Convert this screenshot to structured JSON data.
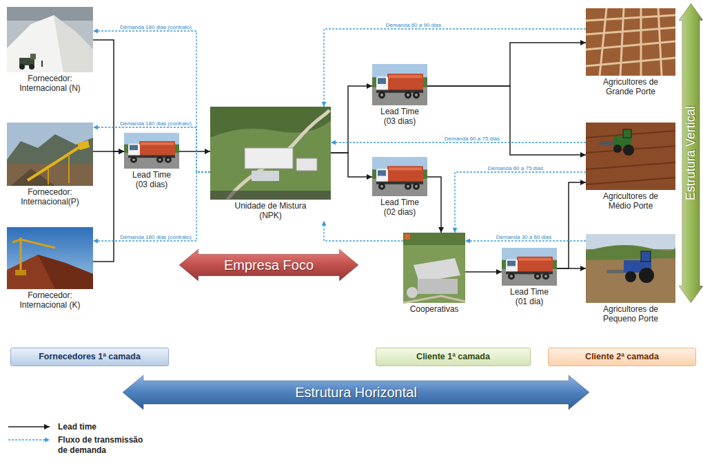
{
  "diagram": {
    "nodes": [
      {
        "text": [
          "Fornecedor: Internacional (N)"
        ]
      },
      {
        "text": [
          "Fornecedor: Internacional(P)"
        ]
      },
      {
        "text": [
          "Fornecedor: Internacional (K)"
        ]
      },
      {
        "text": [
          "Lead Time (03 dias)"
        ]
      },
      {
        "text": [
          "Unidade de Mistura (NPK)"
        ]
      },
      {
        "text": [
          "Lead Time (03 dias)"
        ]
      },
      {
        "text": [
          "Lead Time (02 dias)"
        ]
      },
      {
        "text": [
          "Cooperativas"
        ]
      },
      {
        "text": [
          "Lead Time (01 dia)"
        ]
      },
      {
        "text": [
          "Agricultores de Grande Porte"
        ]
      },
      {
        "text": [
          "Agricultores de Médio Porte"
        ]
      },
      {
        "text": [
          "Agricultores de Pequeno Porte"
        ]
      },
      {
        "text": [
          "Empresa Foco"
        ]
      },
      {
        "text": [
          "Estrutura Vertical"
        ]
      },
      {
        "text": [
          "Fornecedores 1ª camada"
        ]
      },
      {
        "text": [
          "Cliente 1ª camada"
        ]
      },
      {
        "text": [
          "Cliente 2ª camada"
        ]
      },
      {
        "text": [
          "Estrutura Horizontal"
        ]
      }
    ],
    "edges": [
      {
        "from": 0,
        "to": 3,
        "arrow": "to"
      },
      {
        "from": 1,
        "to": 3,
        "arrow": "to"
      },
      {
        "from": 2,
        "to": 3,
        "arrow": "to"
      },
      {
        "from": 3,
        "to": 4,
        "arrow": "to"
      },
      {
        "from": 4,
        "to": 5,
        "arrow": "to"
      },
      {
        "from": 4,
        "to": 6,
        "arrow": "to"
      },
      {
        "from": 5,
        "to": 9,
        "arrow": "to"
      },
      {
        "from": 5,
        "to": 10,
        "arrow": "to"
      },
      {
        "from": 6,
        "to": 7,
        "arrow": "to"
      },
      {
        "from": 7,
        "to": 8,
        "arrow": "to"
      },
      {
        "from": 8,
        "to": 10,
        "arrow": "to"
      },
      {
        "from": 8,
        "to": 11,
        "arrow": "to"
      },
      {
        "from": 9,
        "to": 4,
        "label": "Demanda 60 a 90 dias",
        "arrow": "to"
      },
      {
        "from": 10,
        "to": 4,
        "label": "Demanda 60 a 75 dias",
        "arrow": "to"
      },
      {
        "from": 10,
        "to": 7,
        "label": "Demanda 60 a 75 dias",
        "arrow": "to"
      },
      {
        "from": 11,
        "to": 7,
        "label": "Demanda 30 a 60 dias",
        "arrow": "to"
      },
      {
        "from": 7,
        "to": 4,
        "arrow": "to"
      },
      {
        "from": 4,
        "to": 0,
        "label": "Demanda 180 dias (contrato)",
        "arrow": "to"
      },
      {
        "from": 4,
        "to": 1,
        "label": "Demanda 180 dias (contrato)",
        "arrow": "to"
      },
      {
        "from": 4,
        "to": 2,
        "label": "Demanda 180 dias (contrato)",
        "arrow": "to"
      }
    ],
    "legend": [
      {
        "text": "Lead time"
      },
      {
        "text": "Fluxo de transmissão de demanda"
      }
    ]
  }
}
